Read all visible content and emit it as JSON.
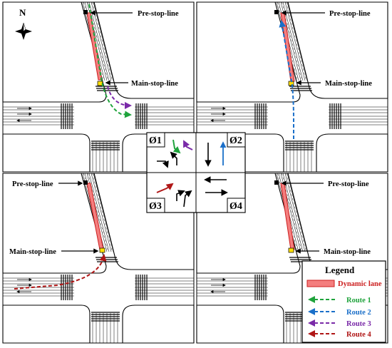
{
  "labels": {
    "north": "N",
    "pre_stop_line": "Pre-stop-line",
    "main_stop_line": "Main-stop-line"
  },
  "phases": [
    "Ø1",
    "Ø2",
    "Ø3",
    "Ø4"
  ],
  "legend": {
    "title": "Legend",
    "items": [
      {
        "label": "Dynamic lane",
        "color": "#cc1f1f"
      },
      {
        "label": "Route 1",
        "color": "#1fa33c"
      },
      {
        "label": "Route 2",
        "color": "#1a6fc9"
      },
      {
        "label": "Route 3",
        "color": "#7a2aa8"
      },
      {
        "label": "Route 4",
        "color": "#b01616"
      }
    ]
  },
  "colors": {
    "dynamic_lane_fill": "#f47e7e",
    "dynamic_lane_stroke": "#cc1f1f",
    "signal_yellow": "#ffe000",
    "route1": "#1fa33c",
    "route2": "#1a6fc9",
    "route3": "#7a2aa8",
    "route4": "#b01616"
  }
}
